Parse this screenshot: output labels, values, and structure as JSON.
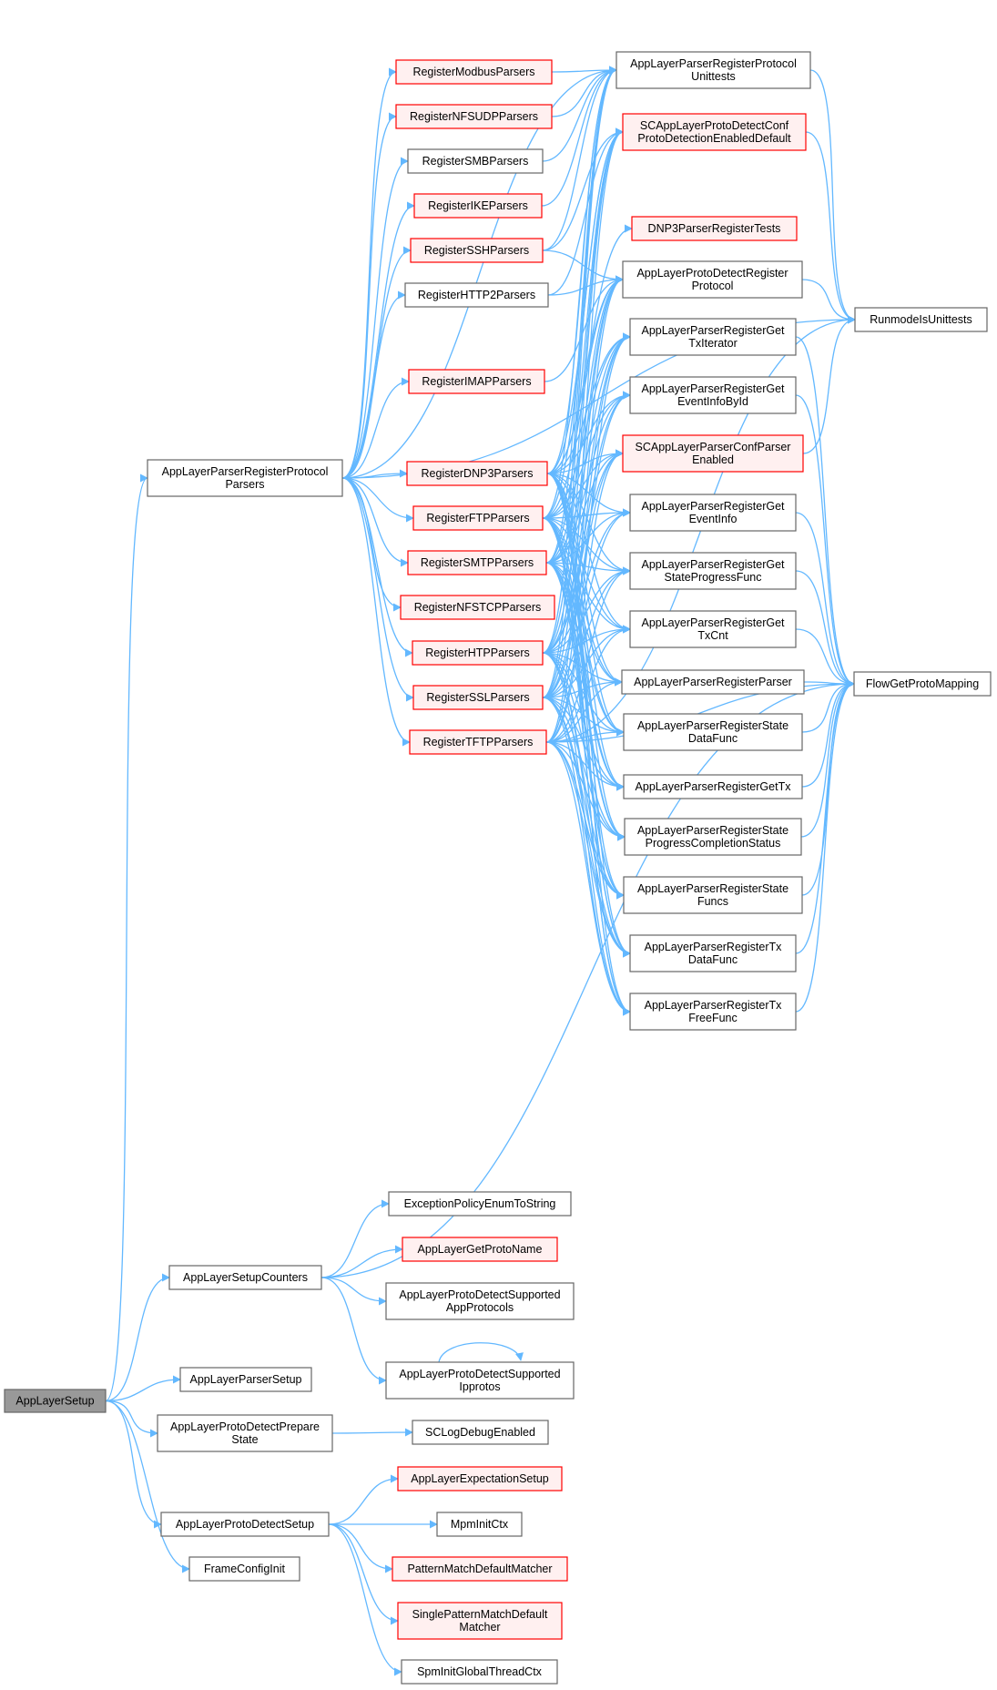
{
  "colors": {
    "edge": "#63b8ff",
    "node_fill": "#ffffff",
    "node_border": "#666666",
    "red_border": "#ff0000",
    "red_fill": "#fff0f0",
    "highlight_fill": "#999999",
    "highlight_border": "#666666"
  },
  "nodes": [
    {
      "id": "AppLayerSetup",
      "lines": [
        "AppLayerSetup"
      ],
      "style": "highlight"
    },
    {
      "id": "APRegisterProtocolParsers",
      "lines": [
        "AppLayerParserRegisterProtocol",
        "Parsers"
      ],
      "style": "normal"
    },
    {
      "id": "RegisterModbusParsers",
      "lines": [
        "RegisterModbusParsers"
      ],
      "style": "red"
    },
    {
      "id": "RegisterNFSUDPParsers",
      "lines": [
        "RegisterNFSUDPParsers"
      ],
      "style": "red"
    },
    {
      "id": "RegisterSMBParsers",
      "lines": [
        "RegisterSMBParsers"
      ],
      "style": "normal"
    },
    {
      "id": "RegisterIKEParsers",
      "lines": [
        "RegisterIKEParsers"
      ],
      "style": "red"
    },
    {
      "id": "RegisterSSHParsers",
      "lines": [
        "RegisterSSHParsers"
      ],
      "style": "red"
    },
    {
      "id": "RegisterHTTP2Parsers",
      "lines": [
        "RegisterHTTP2Parsers"
      ],
      "style": "normal"
    },
    {
      "id": "RegisterIMAPParsers",
      "lines": [
        "RegisterIMAPParsers"
      ],
      "style": "red"
    },
    {
      "id": "RegisterDNP3Parsers",
      "lines": [
        "RegisterDNP3Parsers"
      ],
      "style": "red"
    },
    {
      "id": "RegisterFTPParsers",
      "lines": [
        "RegisterFTPParsers"
      ],
      "style": "red"
    },
    {
      "id": "RegisterSMTPParsers",
      "lines": [
        "RegisterSMTPParsers"
      ],
      "style": "red"
    },
    {
      "id": "RegisterNFSTCPParsers",
      "lines": [
        "RegisterNFSTCPParsers"
      ],
      "style": "red"
    },
    {
      "id": "RegisterHTPParsers",
      "lines": [
        "RegisterHTPParsers"
      ],
      "style": "red"
    },
    {
      "id": "RegisterSSLParsers",
      "lines": [
        "RegisterSSLParsers"
      ],
      "style": "red"
    },
    {
      "id": "RegisterTFTPParsers",
      "lines": [
        "RegisterTFTPParsers"
      ],
      "style": "red"
    },
    {
      "id": "APRegisterProtocolUnittests",
      "lines": [
        "AppLayerParserRegisterProtocol",
        "Unittests"
      ],
      "style": "normal"
    },
    {
      "id": "SCProtoDetectionEnabledDefault",
      "lines": [
        "SCAppLayerProtoDetectConf",
        "ProtoDetectionEnabledDefault"
      ],
      "style": "red"
    },
    {
      "id": "DNP3ParserRegisterTests",
      "lines": [
        "DNP3ParserRegisterTests"
      ],
      "style": "red"
    },
    {
      "id": "APDRegisterProtocol",
      "lines": [
        "AppLayerProtoDetectRegister",
        "Protocol"
      ],
      "style": "normal"
    },
    {
      "id": "APRegisterGetTxIterator",
      "lines": [
        "AppLayerParserRegisterGet",
        "TxIterator"
      ],
      "style": "normal"
    },
    {
      "id": "APRegisterGetEventInfoById",
      "lines": [
        "AppLayerParserRegisterGet",
        "EventInfoById"
      ],
      "style": "normal"
    },
    {
      "id": "SCConfParserEnabled",
      "lines": [
        "SCAppLayerParserConfParser",
        "Enabled"
      ],
      "style": "red"
    },
    {
      "id": "APRegisterGetEventInfo",
      "lines": [
        "AppLayerParserRegisterGet",
        "EventInfo"
      ],
      "style": "normal"
    },
    {
      "id": "APRegisterGetStateProgressFunc",
      "lines": [
        "AppLayerParserRegisterGet",
        "StateProgressFunc"
      ],
      "style": "normal"
    },
    {
      "id": "APRegisterGetTxCnt",
      "lines": [
        "AppLayerParserRegisterGet",
        "TxCnt"
      ],
      "style": "normal"
    },
    {
      "id": "APRegisterParser",
      "lines": [
        "AppLayerParserRegisterParser"
      ],
      "style": "normal"
    },
    {
      "id": "APRegisterStateDataFunc",
      "lines": [
        "AppLayerParserRegisterState",
        "DataFunc"
      ],
      "style": "normal"
    },
    {
      "id": "APRegisterGetTx",
      "lines": [
        "AppLayerParserRegisterGetTx"
      ],
      "style": "normal"
    },
    {
      "id": "APRegisterStateProgressCompletionStatus",
      "lines": [
        "AppLayerParserRegisterState",
        "ProgressCompletionStatus"
      ],
      "style": "normal"
    },
    {
      "id": "APRegisterStateFuncs",
      "lines": [
        "AppLayerParserRegisterState",
        "Funcs"
      ],
      "style": "normal"
    },
    {
      "id": "APRegisterTxDataFunc",
      "lines": [
        "AppLayerParserRegisterTx",
        "DataFunc"
      ],
      "style": "normal"
    },
    {
      "id": "APRegisterTxFreeFunc",
      "lines": [
        "AppLayerParserRegisterTx",
        "FreeFunc"
      ],
      "style": "normal"
    },
    {
      "id": "RunmodeIsUnittests",
      "lines": [
        "RunmodeIsUnittests"
      ],
      "style": "normal"
    },
    {
      "id": "FlowGetProtoMapping",
      "lines": [
        "FlowGetProtoMapping"
      ],
      "style": "normal"
    },
    {
      "id": "AppLayerSetupCounters",
      "lines": [
        "AppLayerSetupCounters"
      ],
      "style": "normal"
    },
    {
      "id": "ExceptionPolicyEnumToString",
      "lines": [
        "ExceptionPolicyEnumToString"
      ],
      "style": "normal"
    },
    {
      "id": "AppLayerGetProtoName",
      "lines": [
        "AppLayerGetProtoName"
      ],
      "style": "red"
    },
    {
      "id": "APDSupportedAppProtocols",
      "lines": [
        "AppLayerProtoDetectSupported",
        "AppProtocols"
      ],
      "style": "normal"
    },
    {
      "id": "APDSupportedIpprotos",
      "lines": [
        "AppLayerProtoDetectSupported",
        "Ipprotos"
      ],
      "style": "normal"
    },
    {
      "id": "AppLayerParserSetup",
      "lines": [
        "AppLayerParserSetup"
      ],
      "style": "normal"
    },
    {
      "id": "APDPrepareState",
      "lines": [
        "AppLayerProtoDetectPrepare",
        "State"
      ],
      "style": "normal"
    },
    {
      "id": "SCLogDebugEnabled",
      "lines": [
        "SCLogDebugEnabled"
      ],
      "style": "normal"
    },
    {
      "id": "AppLayerProtoDetectSetup",
      "lines": [
        "AppLayerProtoDetectSetup"
      ],
      "style": "normal"
    },
    {
      "id": "AppLayerExpectationSetup",
      "lines": [
        "AppLayerExpectationSetup"
      ],
      "style": "red"
    },
    {
      "id": "MpmInitCtx",
      "lines": [
        "MpmInitCtx"
      ],
      "style": "normal"
    },
    {
      "id": "PatternMatchDefaultMatcher",
      "lines": [
        "PatternMatchDefaultMatcher"
      ],
      "style": "red"
    },
    {
      "id": "SinglePatternMatchDefaultMatcher",
      "lines": [
        "SinglePatternMatchDefault",
        "Matcher"
      ],
      "style": "red"
    },
    {
      "id": "SpmInitGlobalThreadCtx",
      "lines": [
        "SpmInitGlobalThreadCtx"
      ],
      "style": "normal"
    },
    {
      "id": "FrameConfigInit",
      "lines": [
        "FrameConfigInit"
      ],
      "style": "normal"
    }
  ],
  "edges": [
    [
      "AppLayerSetup",
      "APRegisterProtocolParsers"
    ],
    [
      "AppLayerSetup",
      "AppLayerSetupCounters"
    ],
    [
      "AppLayerSetup",
      "AppLayerParserSetup"
    ],
    [
      "AppLayerSetup",
      "APDPrepareState"
    ],
    [
      "AppLayerSetup",
      "AppLayerProtoDetectSetup"
    ],
    [
      "AppLayerSetup",
      "FrameConfigInit"
    ],
    [
      "APRegisterProtocolParsers",
      "RegisterModbusParsers"
    ],
    [
      "APRegisterProtocolParsers",
      "RegisterNFSUDPParsers"
    ],
    [
      "APRegisterProtocolParsers",
      "RegisterSMBParsers"
    ],
    [
      "APRegisterProtocolParsers",
      "RegisterIKEParsers"
    ],
    [
      "APRegisterProtocolParsers",
      "RegisterSSHParsers"
    ],
    [
      "APRegisterProtocolParsers",
      "RegisterHTTP2Parsers"
    ],
    [
      "APRegisterProtocolParsers",
      "RegisterIMAPParsers"
    ],
    [
      "APRegisterProtocolParsers",
      "RegisterDNP3Parsers"
    ],
    [
      "APRegisterProtocolParsers",
      "RegisterFTPParsers"
    ],
    [
      "APRegisterProtocolParsers",
      "RegisterSMTPParsers"
    ],
    [
      "APRegisterProtocolParsers",
      "RegisterNFSTCPParsers"
    ],
    [
      "APRegisterProtocolParsers",
      "RegisterHTPParsers"
    ],
    [
      "APRegisterProtocolParsers",
      "RegisterSSLParsers"
    ],
    [
      "APRegisterProtocolParsers",
      "RegisterTFTPParsers"
    ],
    [
      "APRegisterProtocolParsers",
      "APRegisterProtocolUnittests"
    ],
    [
      "APRegisterProtocolParsers",
      "RunmodeIsUnittests"
    ],
    [
      "RegisterModbusParsers",
      "APRegisterProtocolUnittests"
    ],
    [
      "RegisterNFSUDPParsers",
      "APRegisterProtocolUnittests"
    ],
    [
      "RegisterSMBParsers",
      "APRegisterProtocolUnittests"
    ],
    [
      "RegisterIKEParsers",
      "APRegisterProtocolUnittests"
    ],
    [
      "RegisterSSHParsers",
      "APRegisterProtocolUnittests"
    ],
    [
      "RegisterSSHParsers",
      "SCProtoDetectionEnabledDefault"
    ],
    [
      "RegisterSSHParsers",
      "APDRegisterProtocol"
    ],
    [
      "RegisterHTTP2Parsers",
      "APDRegisterProtocol"
    ],
    [
      "RegisterHTTP2Parsers",
      "SCProtoDetectionEnabledDefault"
    ],
    [
      "RegisterIMAPParsers",
      "APDRegisterProtocol"
    ],
    [
      "RegisterDNP3Parsers",
      "APRegisterProtocolUnittests"
    ],
    [
      "RegisterDNP3Parsers",
      "SCProtoDetectionEnabledDefault"
    ],
    [
      "RegisterDNP3Parsers",
      "DNP3ParserRegisterTests"
    ],
    [
      "RegisterDNP3Parsers",
      "APDRegisterProtocol"
    ],
    [
      "RegisterDNP3Parsers",
      "APRegisterGetTxIterator"
    ],
    [
      "RegisterDNP3Parsers",
      "APRegisterGetEventInfoById"
    ],
    [
      "RegisterDNP3Parsers",
      "SCConfParserEnabled"
    ],
    [
      "RegisterDNP3Parsers",
      "APRegisterGetEventInfo"
    ],
    [
      "RegisterDNP3Parsers",
      "APRegisterGetStateProgressFunc"
    ],
    [
      "RegisterDNP3Parsers",
      "APRegisterGetTxCnt"
    ],
    [
      "RegisterDNP3Parsers",
      "APRegisterParser"
    ],
    [
      "RegisterDNP3Parsers",
      "APRegisterStateDataFunc"
    ],
    [
      "RegisterDNP3Parsers",
      "APRegisterGetTx"
    ],
    [
      "RegisterDNP3Parsers",
      "APRegisterStateProgressCompletionStatus"
    ],
    [
      "RegisterDNP3Parsers",
      "APRegisterStateFuncs"
    ],
    [
      "RegisterDNP3Parsers",
      "APRegisterTxDataFunc"
    ],
    [
      "RegisterDNP3Parsers",
      "APRegisterTxFreeFunc"
    ],
    [
      "RegisterFTPParsers",
      "APRegisterProtocolUnittests"
    ],
    [
      "RegisterFTPParsers",
      "SCProtoDetectionEnabledDefault"
    ],
    [
      "RegisterFTPParsers",
      "APDRegisterProtocol"
    ],
    [
      "RegisterFTPParsers",
      "APRegisterGetTxIterator"
    ],
    [
      "RegisterFTPParsers",
      "APRegisterGetEventInfoById"
    ],
    [
      "RegisterFTPParsers",
      "SCConfParserEnabled"
    ],
    [
      "RegisterFTPParsers",
      "APRegisterGetEventInfo"
    ],
    [
      "RegisterFTPParsers",
      "APRegisterGetStateProgressFunc"
    ],
    [
      "RegisterFTPParsers",
      "APRegisterGetTxCnt"
    ],
    [
      "RegisterFTPParsers",
      "APRegisterParser"
    ],
    [
      "RegisterFTPParsers",
      "APRegisterStateDataFunc"
    ],
    [
      "RegisterFTPParsers",
      "APRegisterGetTx"
    ],
    [
      "RegisterFTPParsers",
      "APRegisterStateProgressCompletionStatus"
    ],
    [
      "RegisterFTPParsers",
      "APRegisterStateFuncs"
    ],
    [
      "RegisterFTPParsers",
      "APRegisterTxDataFunc"
    ],
    [
      "RegisterFTPParsers",
      "APRegisterTxFreeFunc"
    ],
    [
      "RegisterSMTPParsers",
      "APRegisterProtocolUnittests"
    ],
    [
      "RegisterSMTPParsers",
      "SCProtoDetectionEnabledDefault"
    ],
    [
      "RegisterSMTPParsers",
      "APDRegisterProtocol"
    ],
    [
      "RegisterSMTPParsers",
      "APRegisterGetTxIterator"
    ],
    [
      "RegisterSMTPParsers",
      "APRegisterGetEventInfoById"
    ],
    [
      "RegisterSMTPParsers",
      "SCConfParserEnabled"
    ],
    [
      "RegisterSMTPParsers",
      "APRegisterGetEventInfo"
    ],
    [
      "RegisterSMTPParsers",
      "APRegisterGetStateProgressFunc"
    ],
    [
      "RegisterSMTPParsers",
      "APRegisterGetTxCnt"
    ],
    [
      "RegisterSMTPParsers",
      "APRegisterParser"
    ],
    [
      "RegisterSMTPParsers",
      "APRegisterStateDataFunc"
    ],
    [
      "RegisterSMTPParsers",
      "APRegisterGetTx"
    ],
    [
      "RegisterSMTPParsers",
      "APRegisterStateProgressCompletionStatus"
    ],
    [
      "RegisterSMTPParsers",
      "APRegisterStateFuncs"
    ],
    [
      "RegisterSMTPParsers",
      "APRegisterTxDataFunc"
    ],
    [
      "RegisterSMTPParsers",
      "APRegisterTxFreeFunc"
    ],
    [
      "RegisterHTPParsers",
      "APRegisterProtocolUnittests"
    ],
    [
      "RegisterHTPParsers",
      "SCProtoDetectionEnabledDefault"
    ],
    [
      "RegisterHTPParsers",
      "APDRegisterProtocol"
    ],
    [
      "RegisterHTPParsers",
      "APRegisterGetTxIterator"
    ],
    [
      "RegisterHTPParsers",
      "APRegisterGetEventInfoById"
    ],
    [
      "RegisterHTPParsers",
      "SCConfParserEnabled"
    ],
    [
      "RegisterHTPParsers",
      "APRegisterGetEventInfo"
    ],
    [
      "RegisterHTPParsers",
      "APRegisterGetStateProgressFunc"
    ],
    [
      "RegisterHTPParsers",
      "APRegisterGetTxCnt"
    ],
    [
      "RegisterHTPParsers",
      "APRegisterParser"
    ],
    [
      "RegisterHTPParsers",
      "APRegisterStateDataFunc"
    ],
    [
      "RegisterHTPParsers",
      "APRegisterGetTx"
    ],
    [
      "RegisterHTPParsers",
      "APRegisterStateProgressCompletionStatus"
    ],
    [
      "RegisterHTPParsers",
      "APRegisterStateFuncs"
    ],
    [
      "RegisterHTPParsers",
      "APRegisterTxDataFunc"
    ],
    [
      "RegisterHTPParsers",
      "APRegisterTxFreeFunc"
    ],
    [
      "RegisterSSLParsers",
      "APRegisterProtocolUnittests"
    ],
    [
      "RegisterSSLParsers",
      "SCProtoDetectionEnabledDefault"
    ],
    [
      "RegisterSSLParsers",
      "APDRegisterProtocol"
    ],
    [
      "RegisterSSLParsers",
      "APRegisterGetTxIterator"
    ],
    [
      "RegisterSSLParsers",
      "APRegisterGetEventInfoById"
    ],
    [
      "RegisterSSLParsers",
      "SCConfParserEnabled"
    ],
    [
      "RegisterSSLParsers",
      "APRegisterGetEventInfo"
    ],
    [
      "RegisterSSLParsers",
      "APRegisterGetStateProgressFunc"
    ],
    [
      "RegisterSSLParsers",
      "APRegisterGetTxCnt"
    ],
    [
      "RegisterSSLParsers",
      "APRegisterParser"
    ],
    [
      "RegisterSSLParsers",
      "APRegisterStateDataFunc"
    ],
    [
      "RegisterSSLParsers",
      "APRegisterGetTx"
    ],
    [
      "RegisterSSLParsers",
      "APRegisterStateProgressCompletionStatus"
    ],
    [
      "RegisterSSLParsers",
      "APRegisterStateFuncs"
    ],
    [
      "RegisterSSLParsers",
      "APRegisterTxDataFunc"
    ],
    [
      "RegisterSSLParsers",
      "APRegisterTxFreeFunc"
    ],
    [
      "RegisterTFTPParsers",
      "SCProtoDetectionEnabledDefault"
    ],
    [
      "RegisterTFTPParsers",
      "APDRegisterProtocol"
    ],
    [
      "RegisterTFTPParsers",
      "APRegisterGetTxIterator"
    ],
    [
      "RegisterTFTPParsers",
      "SCConfParserEnabled"
    ],
    [
      "RegisterTFTPParsers",
      "APRegisterGetStateProgressFunc"
    ],
    [
      "RegisterTFTPParsers",
      "APRegisterGetTxCnt"
    ],
    [
      "RegisterTFTPParsers",
      "APRegisterParser"
    ],
    [
      "RegisterTFTPParsers",
      "APRegisterStateDataFunc"
    ],
    [
      "RegisterTFTPParsers",
      "APRegisterGetTx"
    ],
    [
      "RegisterTFTPParsers",
      "APRegisterStateProgressCompletionStatus"
    ],
    [
      "RegisterTFTPParsers",
      "APRegisterStateFuncs"
    ],
    [
      "RegisterTFTPParsers",
      "APRegisterTxDataFunc"
    ],
    [
      "RegisterTFTPParsers",
      "APRegisterTxFreeFunc"
    ],
    [
      "RegisterTFTPParsers",
      "FlowGetProtoMapping"
    ],
    [
      "RegisterTFTPParsers",
      "RunmodeIsUnittests"
    ],
    [
      "APRegisterProtocolUnittests",
      "RunmodeIsUnittests"
    ],
    [
      "SCProtoDetectionEnabledDefault",
      "RunmodeIsUnittests"
    ],
    [
      "SCConfParserEnabled",
      "RunmodeIsUnittests"
    ],
    [
      "APDRegisterProtocol",
      "RunmodeIsUnittests"
    ],
    [
      "APRegisterGetTxIterator",
      "FlowGetProtoMapping"
    ],
    [
      "APRegisterGetEventInfoById",
      "FlowGetProtoMapping"
    ],
    [
      "APRegisterGetEventInfo",
      "FlowGetProtoMapping"
    ],
    [
      "APRegisterGetStateProgressFunc",
      "FlowGetProtoMapping"
    ],
    [
      "APRegisterGetTxCnt",
      "FlowGetProtoMapping"
    ],
    [
      "APRegisterParser",
      "FlowGetProtoMapping"
    ],
    [
      "APRegisterStateDataFunc",
      "FlowGetProtoMapping"
    ],
    [
      "APRegisterGetTx",
      "FlowGetProtoMapping"
    ],
    [
      "APRegisterStateProgressCompletionStatus",
      "FlowGetProtoMapping"
    ],
    [
      "APRegisterStateFuncs",
      "FlowGetProtoMapping"
    ],
    [
      "APRegisterTxDataFunc",
      "FlowGetProtoMapping"
    ],
    [
      "APRegisterTxFreeFunc",
      "FlowGetProtoMapping"
    ],
    [
      "AppLayerSetupCounters",
      "ExceptionPolicyEnumToString"
    ],
    [
      "AppLayerSetupCounters",
      "AppLayerGetProtoName"
    ],
    [
      "AppLayerSetupCounters",
      "APDSupportedAppProtocols"
    ],
    [
      "AppLayerSetupCounters",
      "APDSupportedIpprotos"
    ],
    [
      "AppLayerSetupCounters",
      "FlowGetProtoMapping"
    ],
    [
      "APDSupportedIpprotos",
      "APDSupportedIpprotos"
    ],
    [
      "APDPrepareState",
      "SCLogDebugEnabled"
    ],
    [
      "AppLayerProtoDetectSetup",
      "AppLayerExpectationSetup"
    ],
    [
      "AppLayerProtoDetectSetup",
      "MpmInitCtx"
    ],
    [
      "AppLayerProtoDetectSetup",
      "PatternMatchDefaultMatcher"
    ],
    [
      "AppLayerProtoDetectSetup",
      "SinglePatternMatchDefaultMatcher"
    ],
    [
      "AppLayerProtoDetectSetup",
      "SpmInitGlobalThreadCtx"
    ]
  ]
}
